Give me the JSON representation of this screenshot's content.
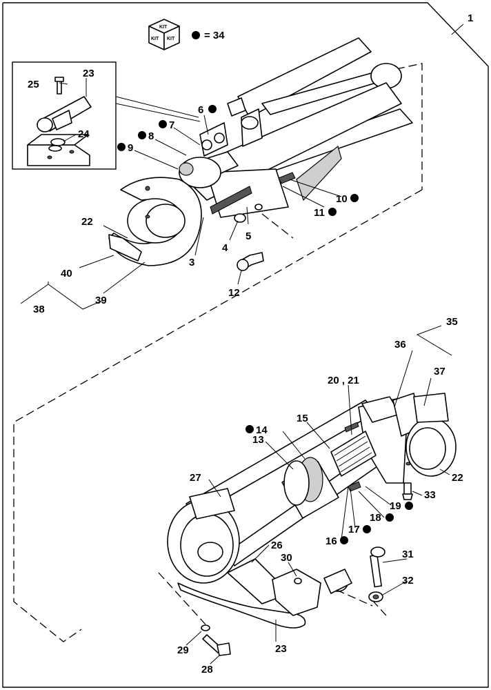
{
  "kit_legend": {
    "icon_text": "KIT",
    "equation": "= 34"
  },
  "callouts": {
    "c1": "1",
    "c3": "3",
    "c4": "4",
    "c5": "5",
    "c6": "6",
    "c7": "7",
    "c8": "8",
    "c9": "9",
    "c10": "10",
    "c11": "11",
    "c12": "12",
    "c13": "13",
    "c14": "14",
    "c15": "15",
    "c16": "16",
    "c17": "17",
    "c18": "18",
    "c19": "19",
    "c20_21": "20 , 21",
    "c22a": "22",
    "c22b": "22",
    "c23a": "23",
    "c23b": "23",
    "c24": "24",
    "c25": "25",
    "c26": "26",
    "c27": "27",
    "c28": "28",
    "c29": "29",
    "c30": "30",
    "c31": "31",
    "c32": "32",
    "c33": "33",
    "c35": "35",
    "c36": "36",
    "c37": "37",
    "c38": "38",
    "c39": "39",
    "c40": "40"
  }
}
